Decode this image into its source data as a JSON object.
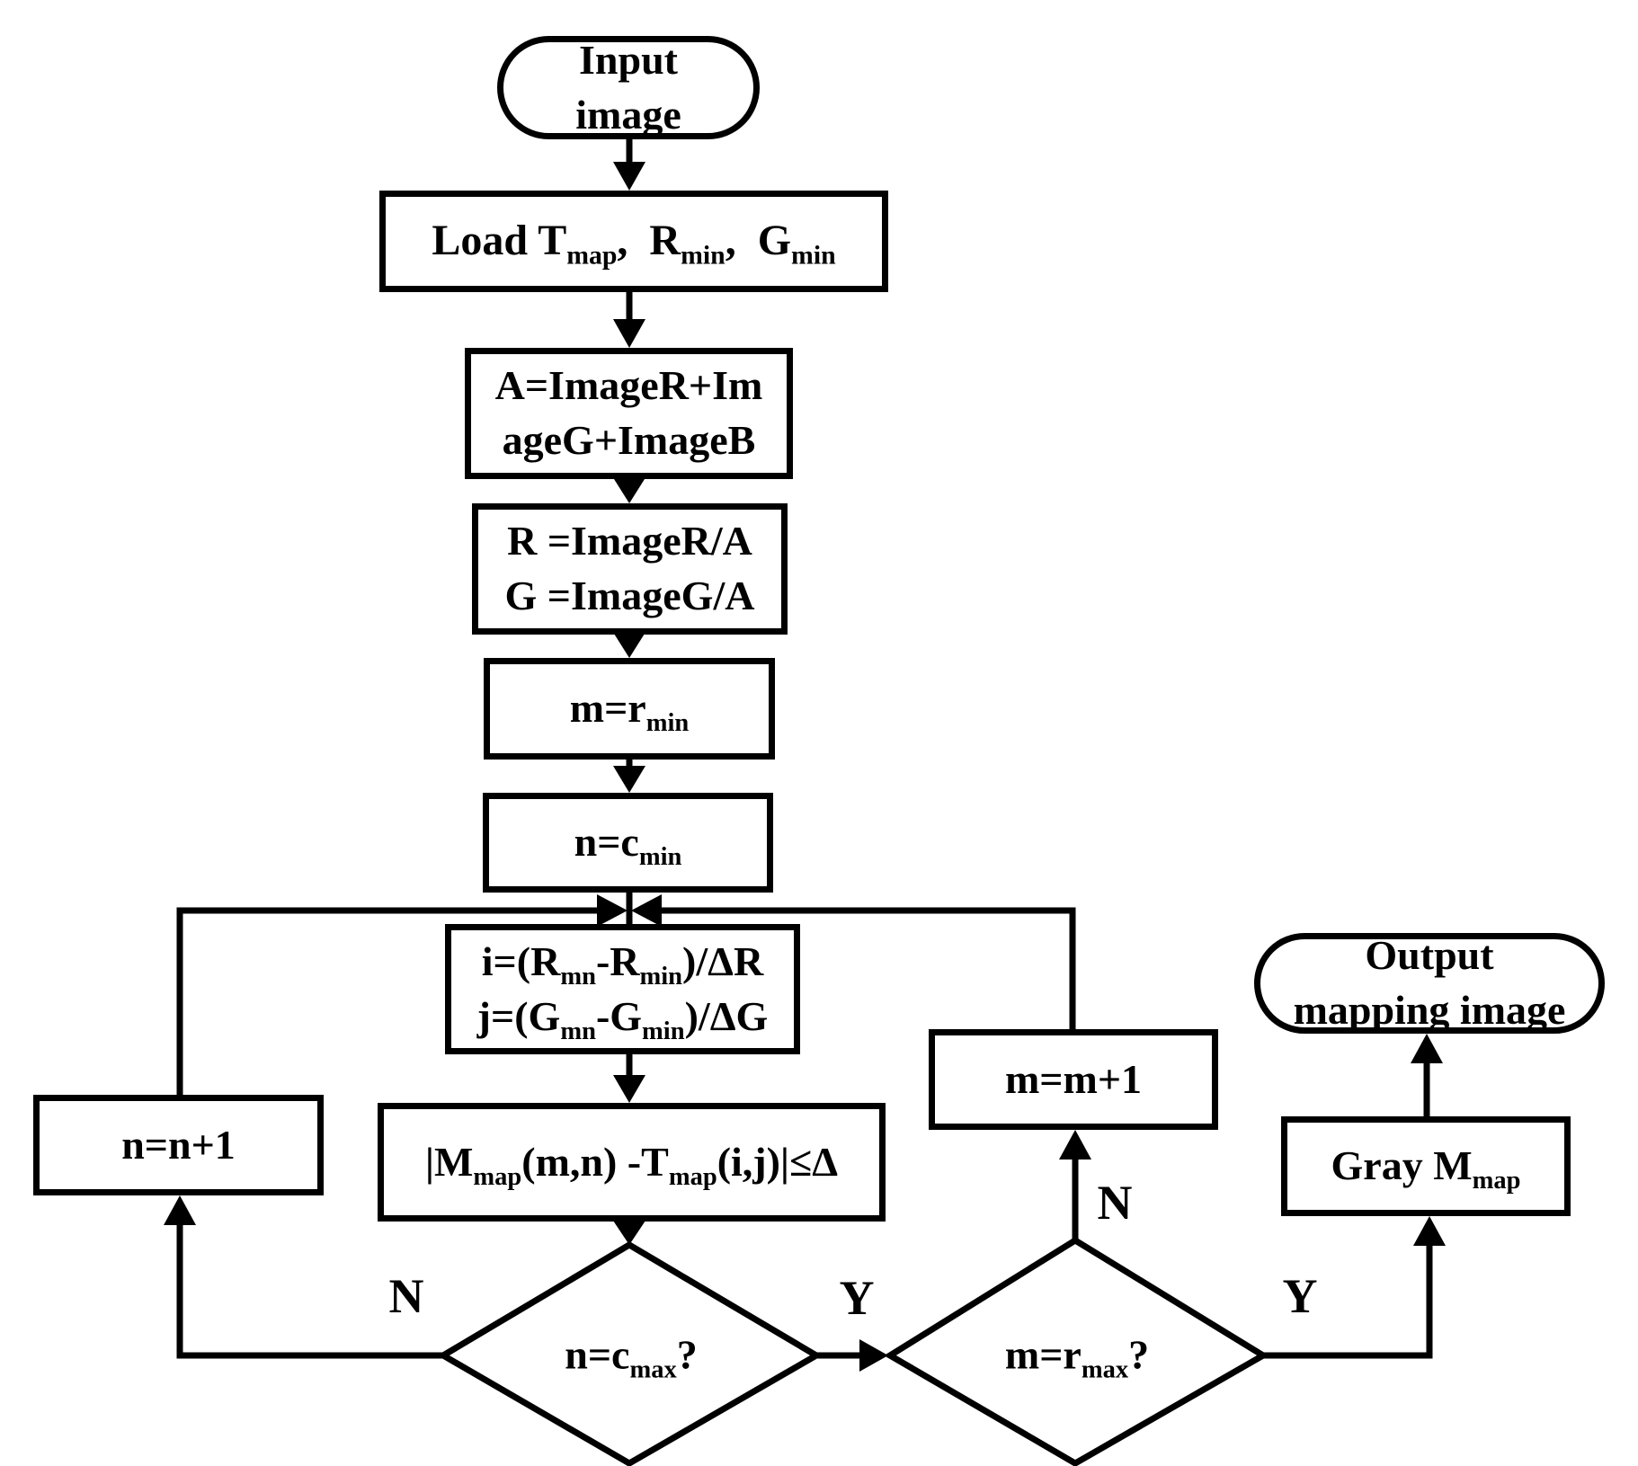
{
  "diagram": {
    "colors": {
      "stroke": "#000000",
      "background": "#ffffff"
    },
    "nodes": {
      "input": {
        "line1": "Input",
        "line2": "image"
      },
      "load": {
        "text": "Load T_{map},  R_{min},  G_{min}"
      },
      "sum": {
        "line1": "A=ImageR+Im",
        "line2": "ageG+ImageB"
      },
      "normalize": {
        "line1": "R =ImageR/A",
        "line2": "G =ImageG/A"
      },
      "set_m": {
        "text": "m=r_{min}"
      },
      "set_n": {
        "text": "n=c_{min}"
      },
      "indices": {
        "line1": "i=(R_{mn}-R_{min})/ΔR",
        "line2": "j=(G_{mn}-G_{min})/ΔG"
      },
      "compare": {
        "text": "|M_{map}(m,n) -T_{map}(i,j)|≤Δ"
      },
      "decision_n": {
        "text": "n=c_{max}?"
      },
      "decision_m": {
        "text": "m=r_{max}?"
      },
      "inc_n": {
        "text": "n=n+1"
      },
      "inc_m": {
        "text": "m=m+1"
      },
      "gray": {
        "text": "Gray M_{map}"
      },
      "output": {
        "line1": "Output",
        "line2": "mapping image"
      }
    },
    "branch_labels": {
      "decision_n_no": "N",
      "decision_n_yes": "Y",
      "decision_m_no": "N",
      "decision_m_yes": "Y"
    }
  }
}
